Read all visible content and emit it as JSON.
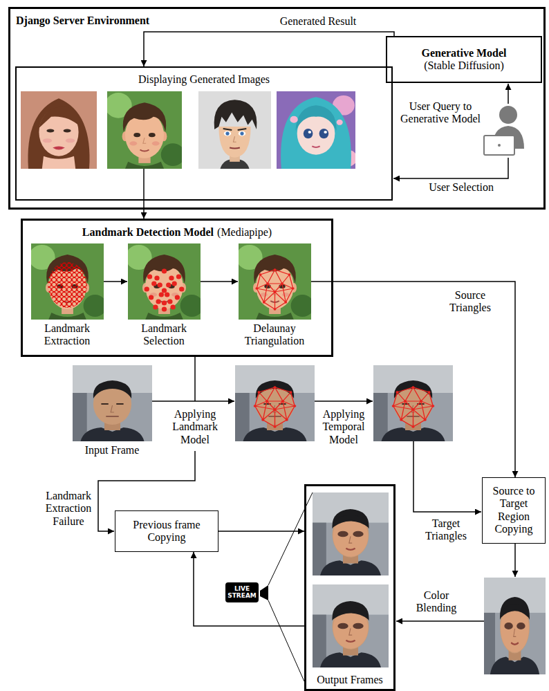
{
  "diagram": {
    "nodes": [
      {
        "text": [
          "Django Server Environment"
        ]
      },
      {
        "text": [
          "Generative Model",
          "(Stable Diffusion)"
        ],
        "in": 0
      },
      {
        "text": [
          "Displaying Generated Images"
        ],
        "in": 0
      },
      {
        "text": [
          "Landmark Detection Model",
          "(Mediapipe)"
        ]
      },
      {
        "text": [
          "Previous frame Copying"
        ]
      },
      {
        "text": [
          "Source to Target Region Copying"
        ]
      },
      {
        "text": [
          "Output Frames"
        ]
      }
    ],
    "edges": [
      {
        "from": 1,
        "to": 2,
        "arrow": "to",
        "label": "Generated Result"
      },
      {
        "from": 2,
        "to": 3,
        "arrow": "to"
      },
      {
        "from": 3,
        "to": 5,
        "arrow": "to",
        "label": "Source Triangles"
      },
      {
        "from": 4,
        "to": 6,
        "arrow": "to"
      },
      {
        "from": 6,
        "to": 4,
        "arrow": "to"
      }
    ],
    "labels": [
      "User Query to Generative Model",
      "User Selection",
      "Landmark Extraction",
      "Landmark Selection",
      "Delaunay Triangulation",
      "Input Frame",
      "Applying Landmark Model",
      "Applying Temporal Model",
      "Target Triangles",
      "Landmark Extraction Failure",
      "LIVE STREAM",
      "Color Blending"
    ]
  }
}
